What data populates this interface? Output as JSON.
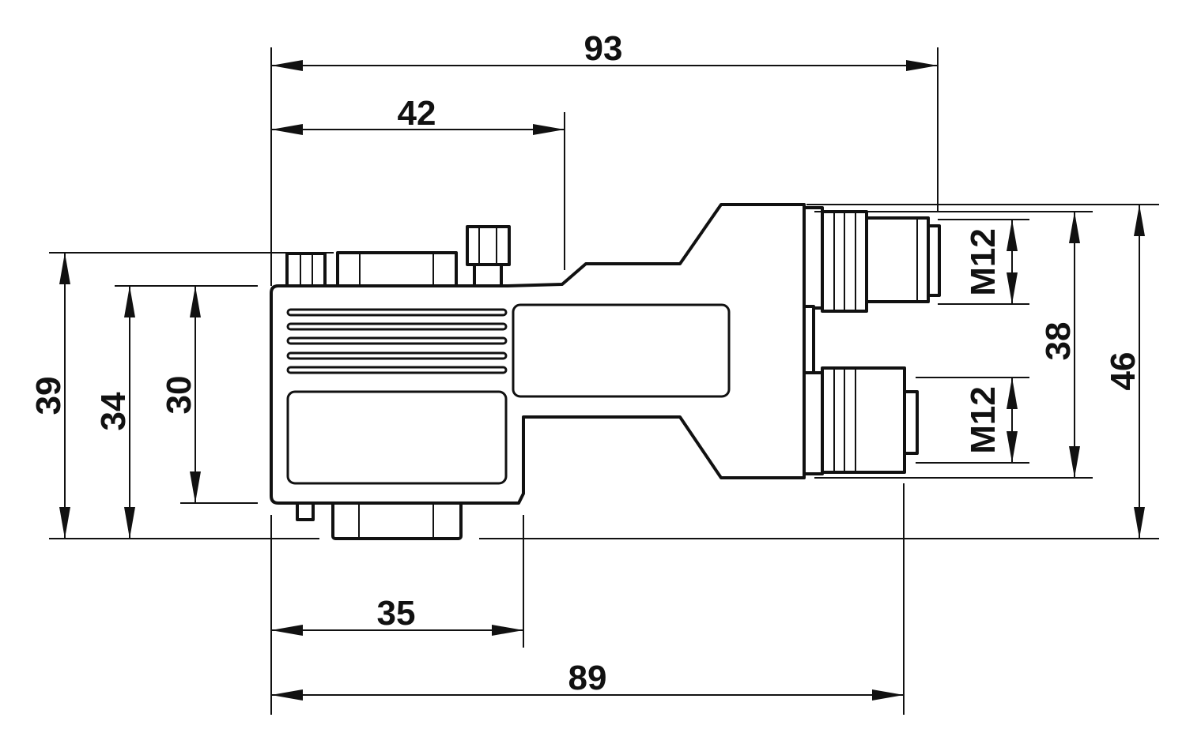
{
  "dimensions": {
    "overall_length": "93",
    "dsub_depth": "42",
    "left_height_outer": "39",
    "left_height_mid": "34",
    "left_height_inner": "30",
    "right_height_outer": "46",
    "right_height_mid": "38",
    "thread_top": "M12",
    "thread_bottom": "M12",
    "bottom_short": "35",
    "bottom_long": "89"
  }
}
